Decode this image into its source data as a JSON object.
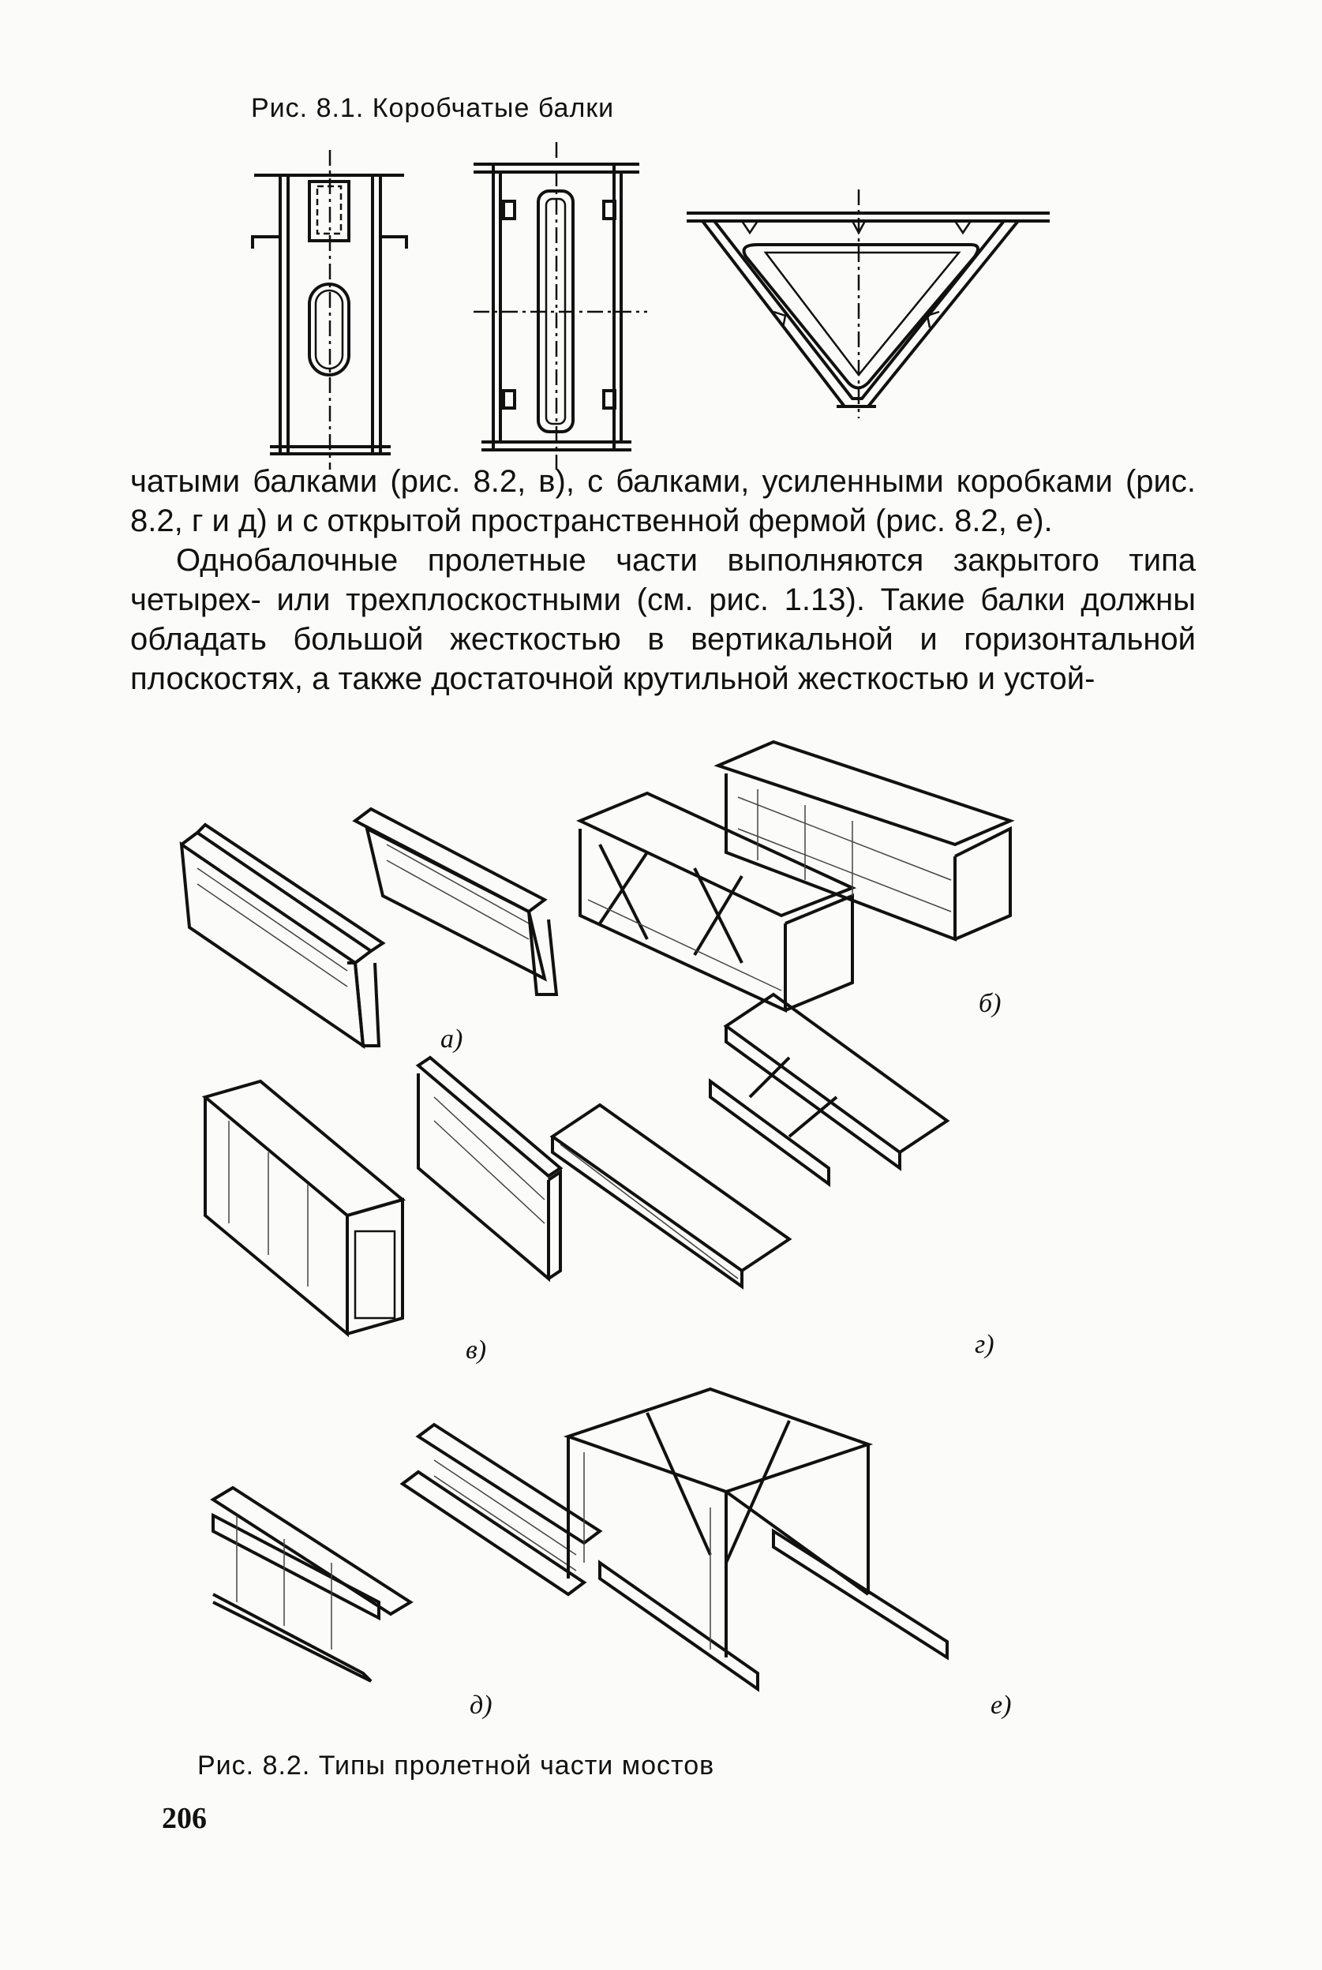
{
  "fig81": {
    "caption": "Рис. 8.1. Коробчатые балки"
  },
  "body": {
    "line1": "чатыми балками (рис. 8.2, в), с балками, усиленными коробками (рис. 8.2, г и д) и с открытой пространственной фермой (рис. 8.2, е).",
    "para2": "Однобалочные пролетные части выполняются закрытого типа четырех- или трехплоскостными (см. рис. 1.13). Такие балки должны обладать большой жесткостью в вертикальной и горизонтальной плоскостях, а также достаточной крутильной жесткостью и устой-"
  },
  "fig82": {
    "caption": "Рис. 8.2. Типы пролетной части мостов",
    "labels": {
      "a": "а)",
      "b": "б)",
      "v": "в)",
      "g": "г)",
      "d": "д)",
      "e": "е)"
    }
  },
  "page_number": "206"
}
